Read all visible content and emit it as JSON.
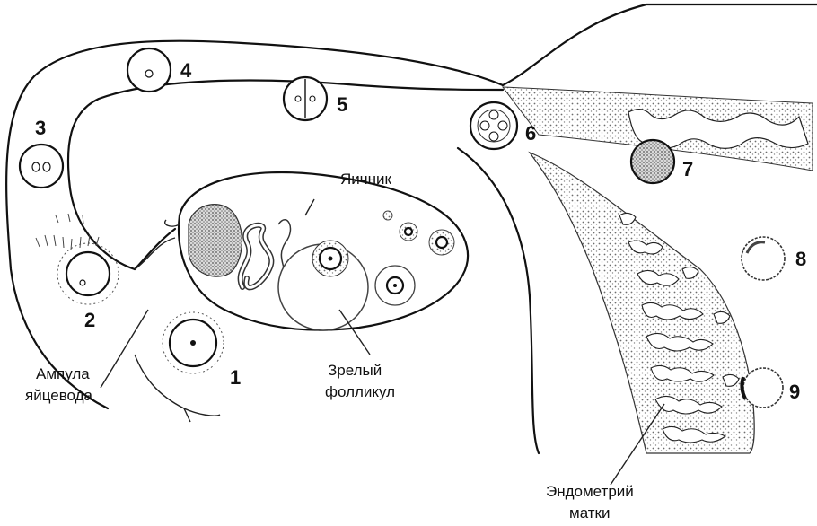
{
  "labels": {
    "ovary": "Яичник",
    "ampulla_line1": "Ампула",
    "ampulla_line2": "яйцевода",
    "follicle_line1": "Зрелый",
    "follicle_line2": "фолликул",
    "endometrium_line1": "Эндометрий",
    "endometrium_line2": "матки"
  },
  "stages": [
    "1",
    "2",
    "3",
    "4",
    "5",
    "6",
    "7",
    "8",
    "9"
  ],
  "colors": {
    "ink": "#111111",
    "stipple": "#8a8a8a",
    "background": "#ffffff"
  }
}
